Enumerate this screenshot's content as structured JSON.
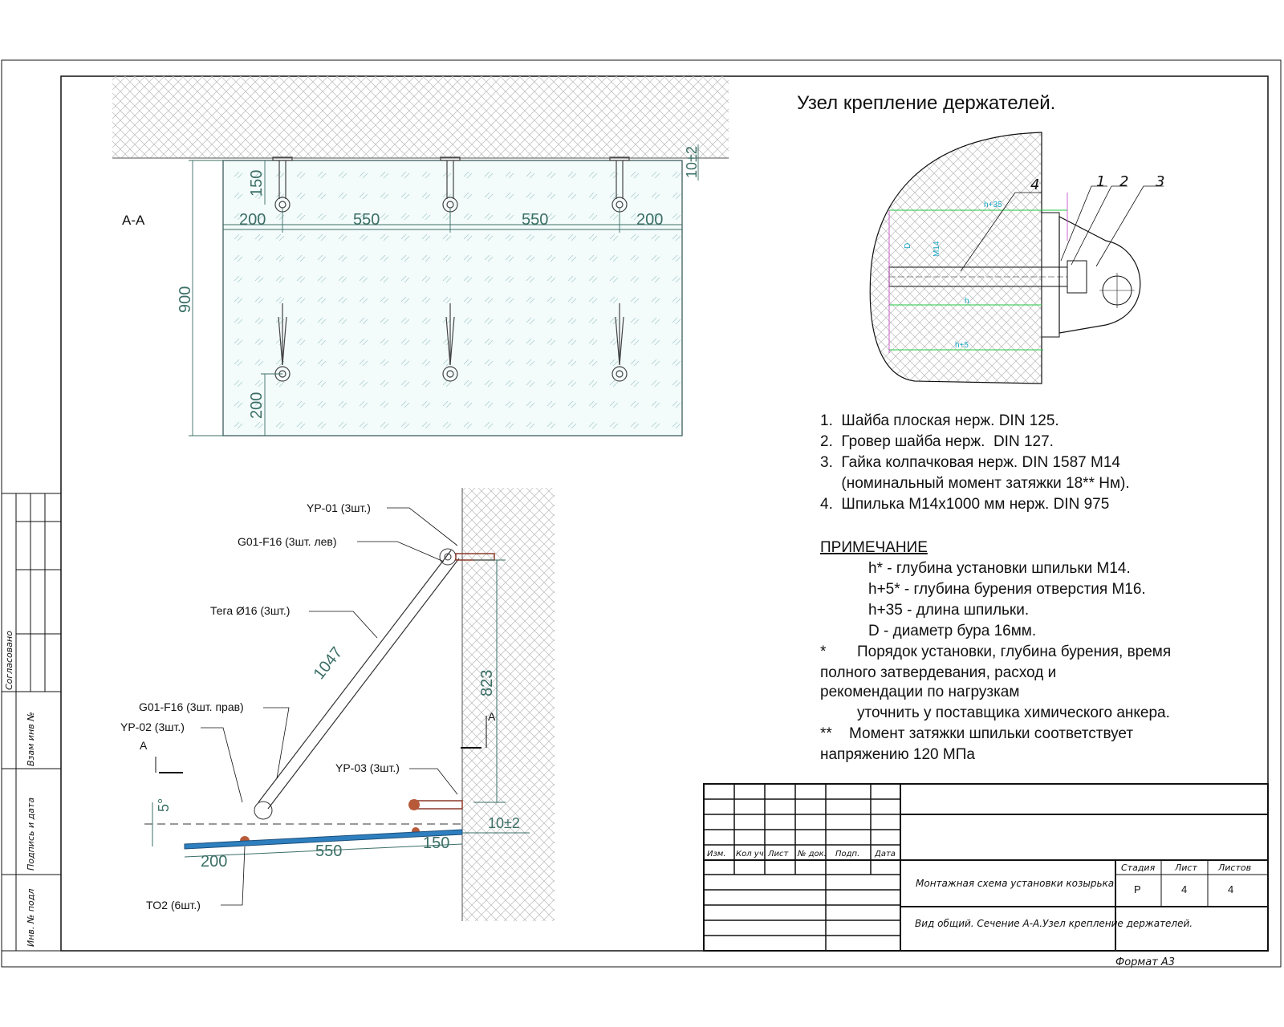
{
  "detail": {
    "title": "Узел крепление держателей.",
    "callouts": [
      "4",
      "1",
      "2",
      "3"
    ],
    "dims": {
      "h35": "h+35",
      "d": "D",
      "m14": "M14",
      "h": "h.",
      "h5": "h+5"
    }
  },
  "section_view": {
    "label": "А-А",
    "dims": {
      "left": "200",
      "mid1": "550",
      "mid2": "550",
      "right": "200",
      "height": "900",
      "top": "150",
      "bottom": "200",
      "gap": "10±2"
    }
  },
  "side_view": {
    "labels": {
      "yp01": "YP-01 (3шт.)",
      "g01_left": "G01-F16 (3шт. лев)",
      "tega": "Тега Ø16 (3шт.)",
      "g01_right": "G01-F16 (3шт. прав)",
      "yp02": "YP-02 (3шт.)",
      "yp03": "YP-03 (3шт.)",
      "to2": "TO2 (6шт.)",
      "section_a1": "А",
      "section_a2": "А"
    },
    "dims": {
      "rod": "1047",
      "wall": "823",
      "angle": "5°",
      "gap": "10±2",
      "d200": "200",
      "d550": "550",
      "d150": "150"
    }
  },
  "parts_list": [
    "1.  Шайба плоская нерж. DIN 125.",
    "2.  Гровер шайба нерж.  DIN 127.",
    "3.  Гайка колпачковая нерж. DIN 1587 M14",
    "     (номинальный момент затяжки 18** Нм).",
    "4.  Шпилька M14x1000 мм нерж. DIN 975"
  ],
  "notes": {
    "heading": "ПРИМЕЧАНИЕ",
    "lines": [
      "h* - глубина установки шпильки М14.",
      "h+5* - глубина бурения отверстия М16.",
      "h+35 - длина шпильки.",
      "D - диаметр бура 16мм."
    ],
    "star_mark": "*",
    "star_lines": [
      "Порядок установки, глубина бурения, время",
      "полного затвердевания, расход и",
      "рекомендации по нагрузкам",
      "уточнить у поставщика химического анкера."
    ],
    "dstar_mark": "**",
    "dstar_lines": [
      "Момент затяжки шпильки соответствует",
      "напряжению 120 МПа"
    ]
  },
  "side_stamp": [
    "Согласовано",
    "Взам инв №",
    "Подпись и дата",
    "Инв. № подл"
  ],
  "title_block": {
    "headers": [
      "Изм.",
      "Кол уч.",
      "Лист",
      "№ док.",
      "Подп.",
      "Дата"
    ],
    "name": "Монтажная схема установки козырька",
    "sheet_title": "Вид общий. Сечение А-А.Узел крепление держателей.",
    "stage_label": "Стадия",
    "sheet_label": "Лист",
    "sheets_label": "Листов",
    "stage": "Р",
    "sheet": "4",
    "sheets": "4",
    "format": "Формат А3"
  }
}
